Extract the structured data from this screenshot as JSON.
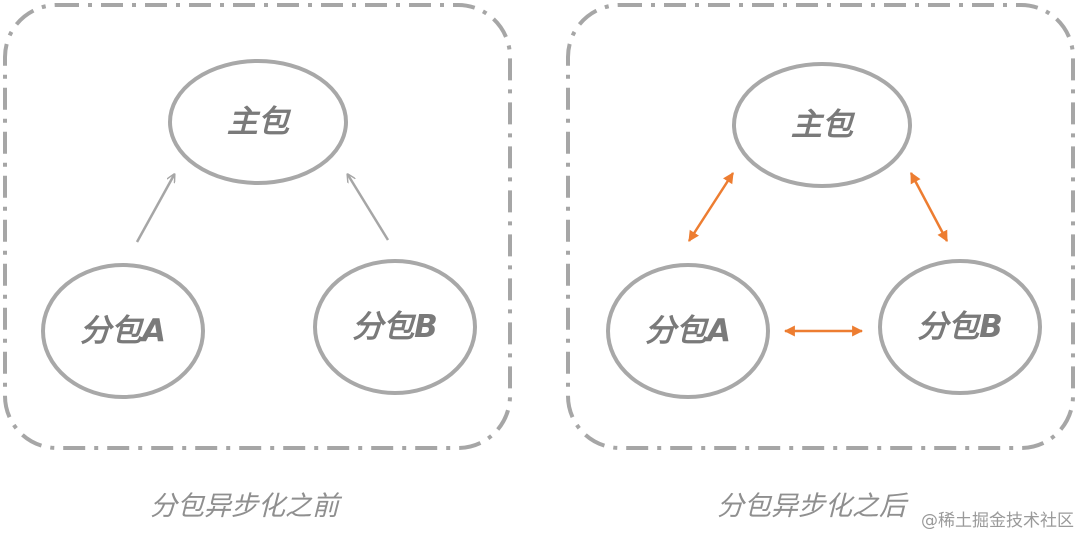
{
  "panels": [
    {
      "caption": "分包异步化之前",
      "nodes": {
        "main": "主包",
        "a": "分包A",
        "b": "分包B"
      },
      "arrow_style": "single",
      "arrow_color": "#a6a6a6"
    },
    {
      "caption": "分包异步化之后",
      "nodes": {
        "main": "主包",
        "a": "分包A",
        "b": "分包B"
      },
      "arrow_style": "double",
      "arrow_color": "#ed7d31"
    }
  ],
  "watermark": "@稀土掘金技术社区",
  "colors": {
    "frame": "#a6a6a6",
    "node_border": "#a8a8a8",
    "node_text": "#7a7a7a",
    "caption": "#8f8f8f",
    "accent_orange": "#ed7d31"
  }
}
